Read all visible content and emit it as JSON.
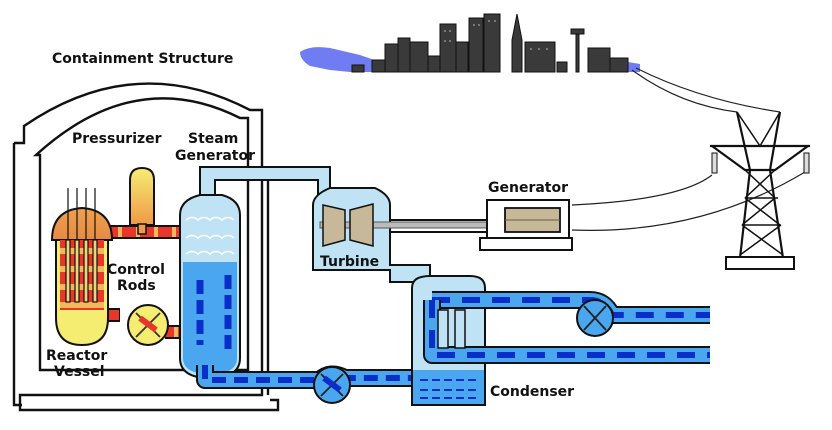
{
  "title": "Pressurized Water Reactor Nuclear Power Plant",
  "labels": {
    "containment": "Containment Structure",
    "pressurizer": "Pressurizer",
    "steam_generator_1": "Steam",
    "steam_generator_2": "Generator",
    "control_rods_1": "Control",
    "control_rods_2": "Rods",
    "reactor_vessel_1": "Reactor",
    "reactor_vessel_2": "Vessel",
    "turbine": "Turbine",
    "generator": "Generator",
    "condenser": "Condenser"
  },
  "colors": {
    "primary_loop_hot": "#e8372a",
    "primary_loop_stripe": "#f2b85a",
    "reactor_yellow": "#f5ec72",
    "pressurizer_top": "#f7e66a",
    "pressurizer_bottom": "#f0a048",
    "steam": "#bfe3f5",
    "water": "#4aa6ef",
    "water_dash": "#0a2fc9",
    "turbine_blades": "#c8b89a",
    "city": "#333333",
    "sky_water": "#6f7cf2"
  }
}
